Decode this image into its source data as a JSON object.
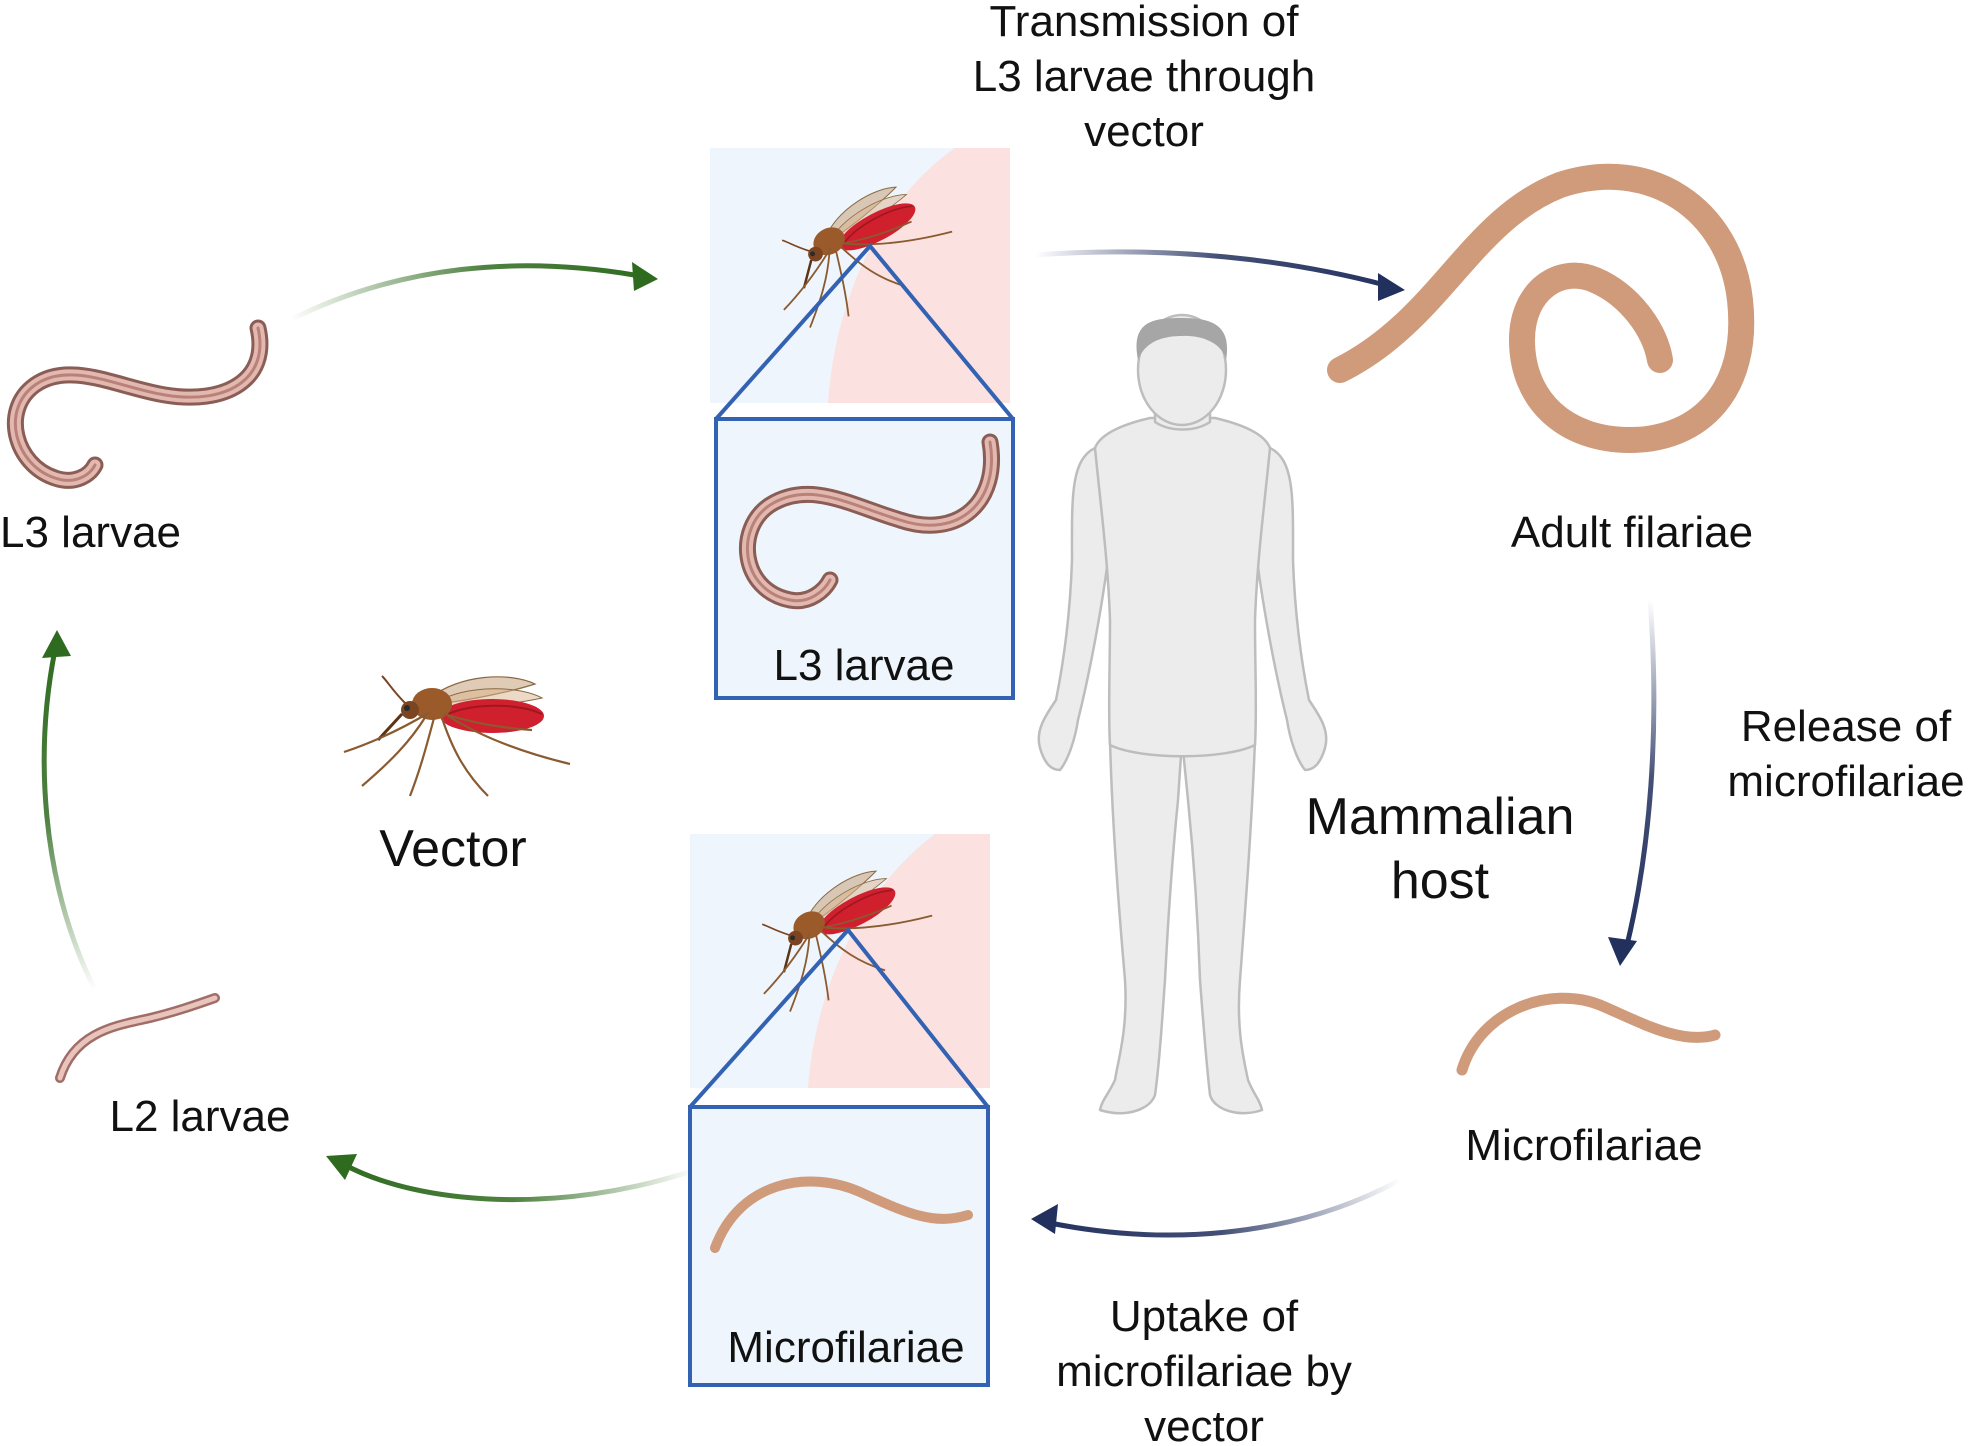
{
  "colors": {
    "vector_arrow": "#2f6b1f",
    "host_arrow": "#22305e",
    "inset_border": "#3462b3",
    "inset_bg": "#eef5fc",
    "skin_pink": "#fbe2e0",
    "worm_tan": "#cf9b7a",
    "larva_pink": "#b98278",
    "mosquito_blood": "#d0202e",
    "mosquito_body": "#9b5a2a",
    "human_fill": "#ececec",
    "human_stroke": "#bdbdbd"
  },
  "icons": [
    "mosquito-icon",
    "larva-icon",
    "adult-worm-icon",
    "human-body-icon",
    "skin-patch-icon"
  ],
  "labels": {
    "transmission": [
      "Transmission of",
      "L3 larvae through",
      "vector"
    ],
    "adult_filariae": "Adult filariae",
    "release": [
      "Release of",
      "microfilariae"
    ],
    "mammalian_host": [
      "Mammalian",
      "host"
    ],
    "microfilariae_host": "Microfilariae",
    "uptake": [
      "Uptake of",
      "microfilariae by",
      "vector"
    ],
    "microfilariae_inset": "Microfilariae",
    "l2_larvae": "L2 larvae",
    "vector": "Vector",
    "l3_larvae_left": "L3 larvae",
    "l3_larvae_inset": "L3 larvae"
  }
}
